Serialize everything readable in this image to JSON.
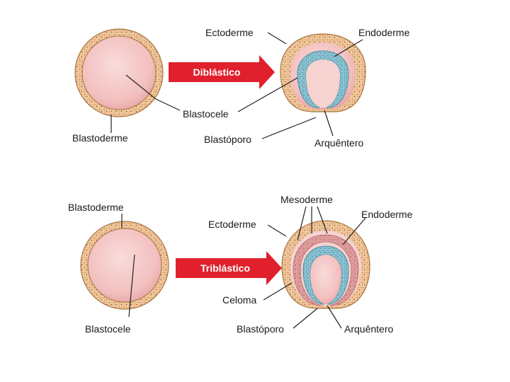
{
  "top_panel": {
    "arrow_label": "Diblástico",
    "labels": {
      "ectoderme": "Ectoderme",
      "endoderme": "Endoderme",
      "blastocele": "Blastocele",
      "blastoderme": "Blastoderme",
      "blastoporo": "Blastóporo",
      "arquentero": "Arquêntero"
    }
  },
  "bottom_panel": {
    "arrow_label": "Triblástico",
    "labels": {
      "blastoderme": "Blastoderme",
      "blastocele": "Blastocele",
      "mesoderme": "Mesoderme",
      "ectoderme": "Ectoderme",
      "endoderme": "Endoderme",
      "celoma": "Celoma",
      "blastoporo": "Blastóporo",
      "arquentero": "Arquêntero"
    }
  },
  "colors": {
    "arrow": "#e0202c",
    "cell_layer": "#f3c99e",
    "cell_outline": "#b98350",
    "endoderm": "#8fc7d6",
    "mesoderm": "#e3a1a1",
    "cavity": "#f4c6c4"
  }
}
